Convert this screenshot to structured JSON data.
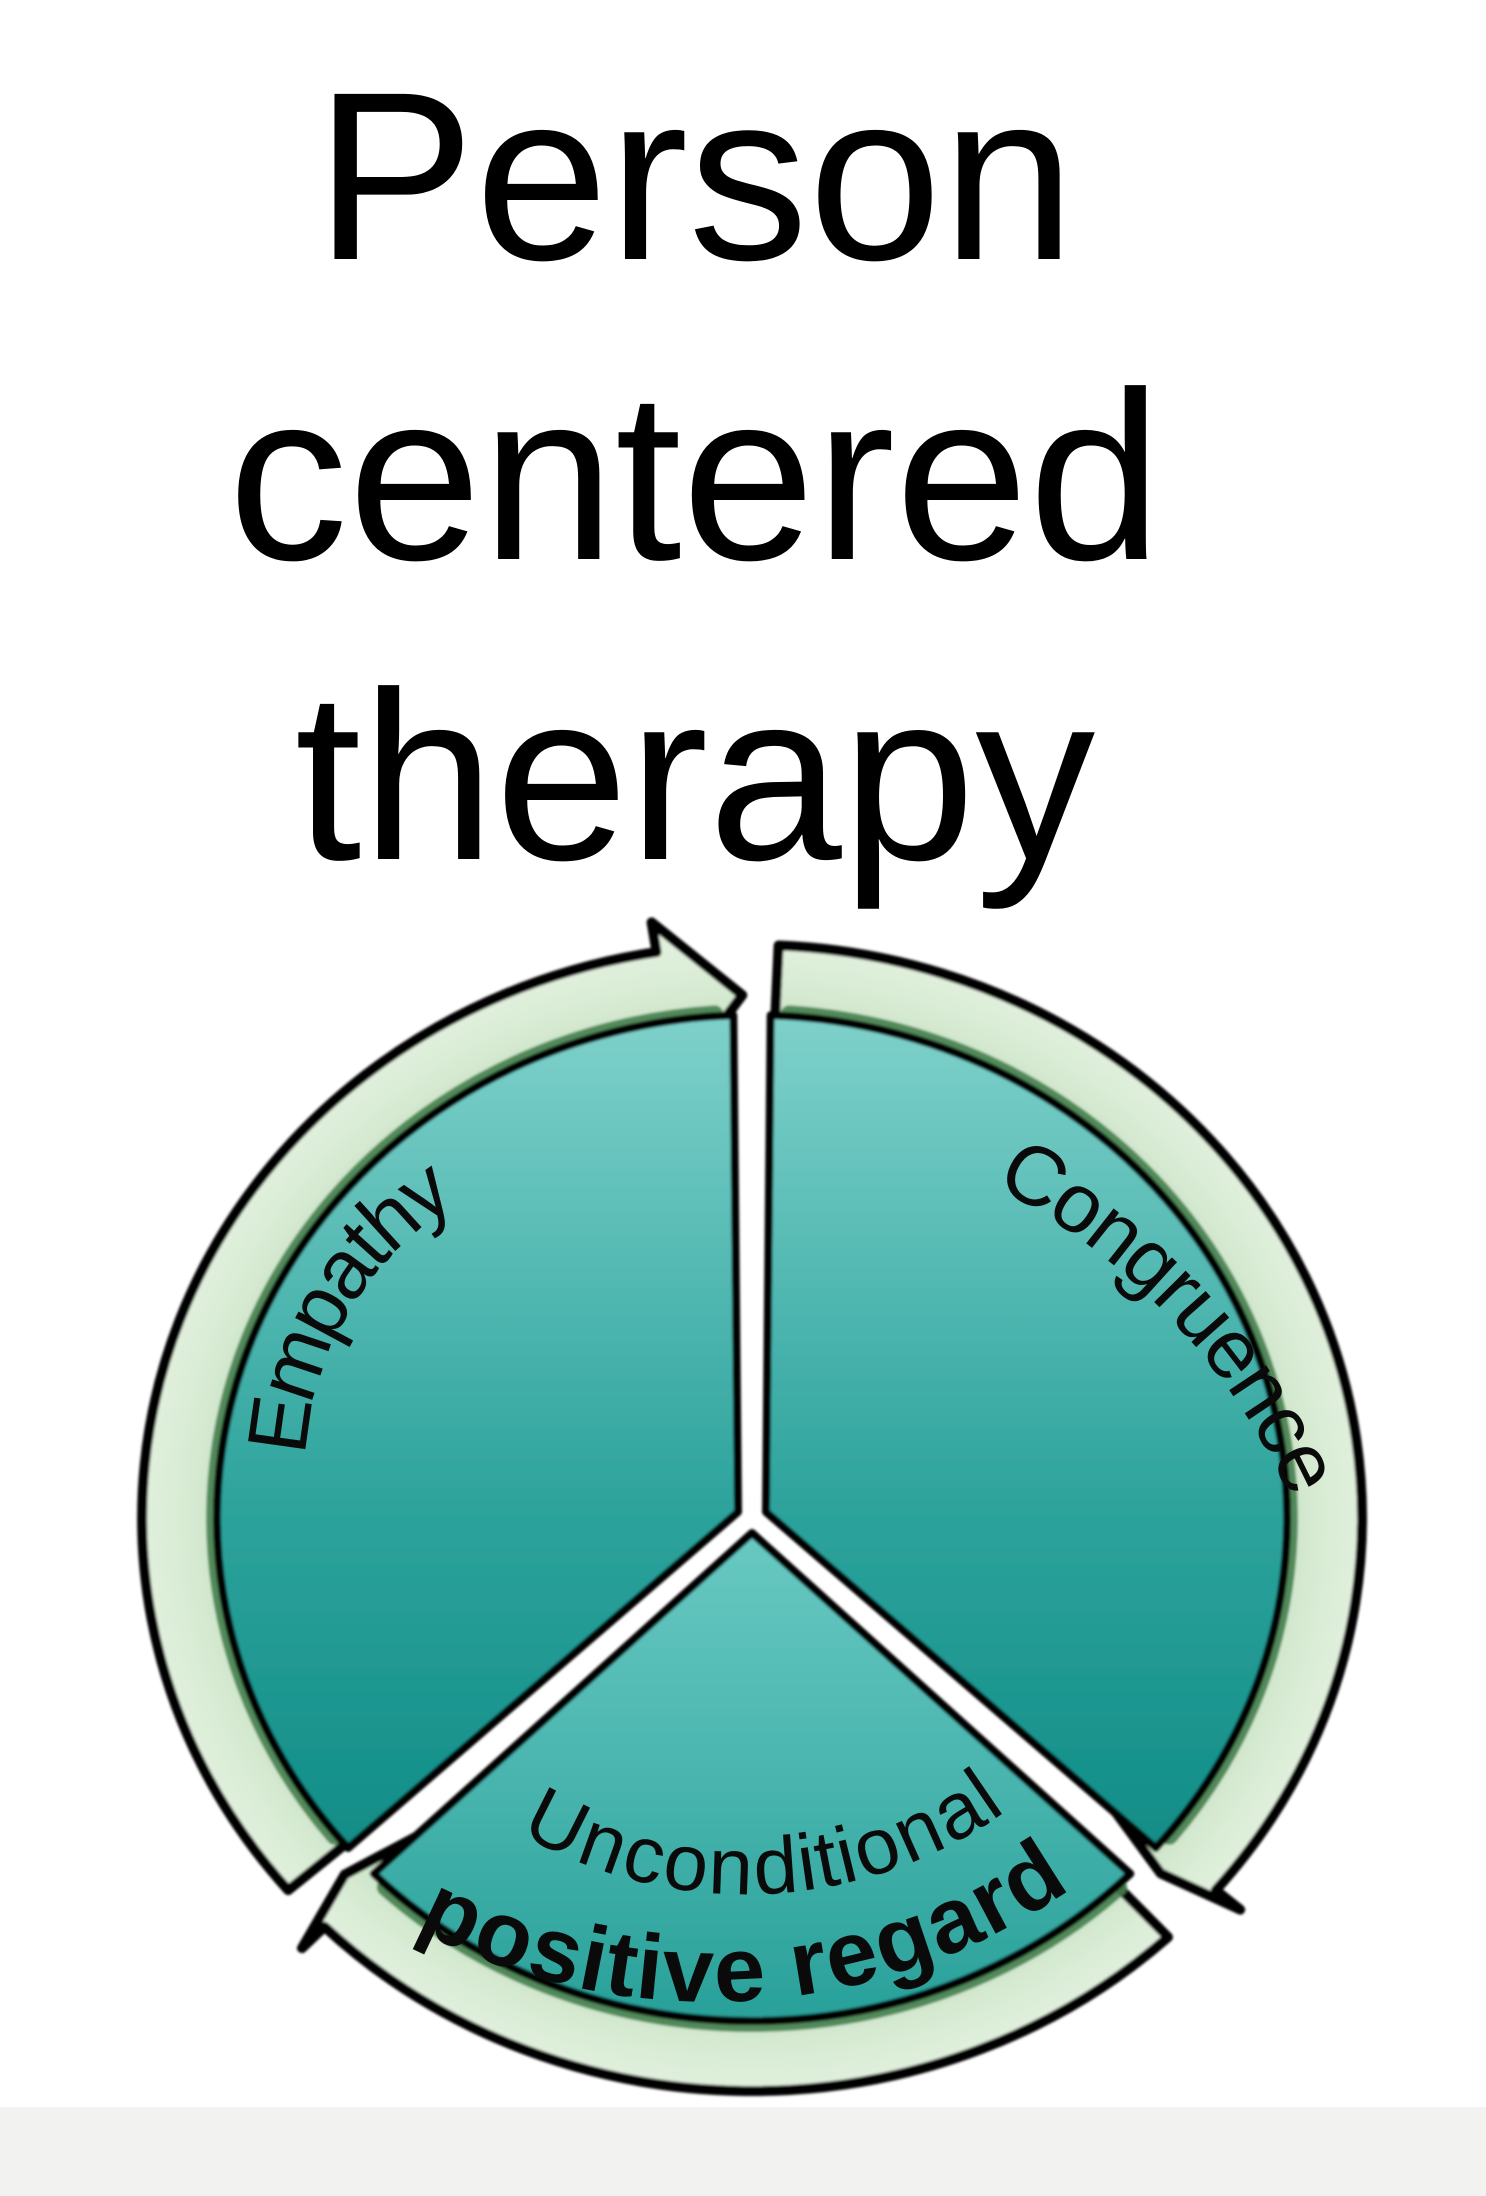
{
  "page": {
    "background": "#ffffff",
    "bottom_strip_color": "#f2f2f0"
  },
  "title": {
    "lines": [
      "Person",
      "centered",
      "therapy"
    ],
    "color": "#000000"
  },
  "diagram": {
    "type": "segmented-cycle",
    "flow": "clockwise",
    "segments": [
      {
        "label": "Empathy",
        "position": "upper-left"
      },
      {
        "label": "Congruence",
        "position": "upper-right"
      },
      {
        "label": "Unconditional positive regard",
        "label_lines": [
          "Unconditional",
          "positive regard"
        ],
        "position": "bottom"
      }
    ],
    "colors": {
      "segment_fill_top": "#7fd1cb",
      "segment_fill_mid": "#2ea49d",
      "segment_fill_bottom": "#0e8a84",
      "bottom_segment_fill_top": "#69c9c2",
      "bottom_segment_fill_bottom": "#27a099",
      "arrow_ring_green": "#d9ecd5",
      "arrow_ring_inner_shade": "#a8cda7",
      "segment_rim_shadow": "#44804e",
      "outline": "#000000",
      "label_text": "#0a0a0a"
    }
  }
}
